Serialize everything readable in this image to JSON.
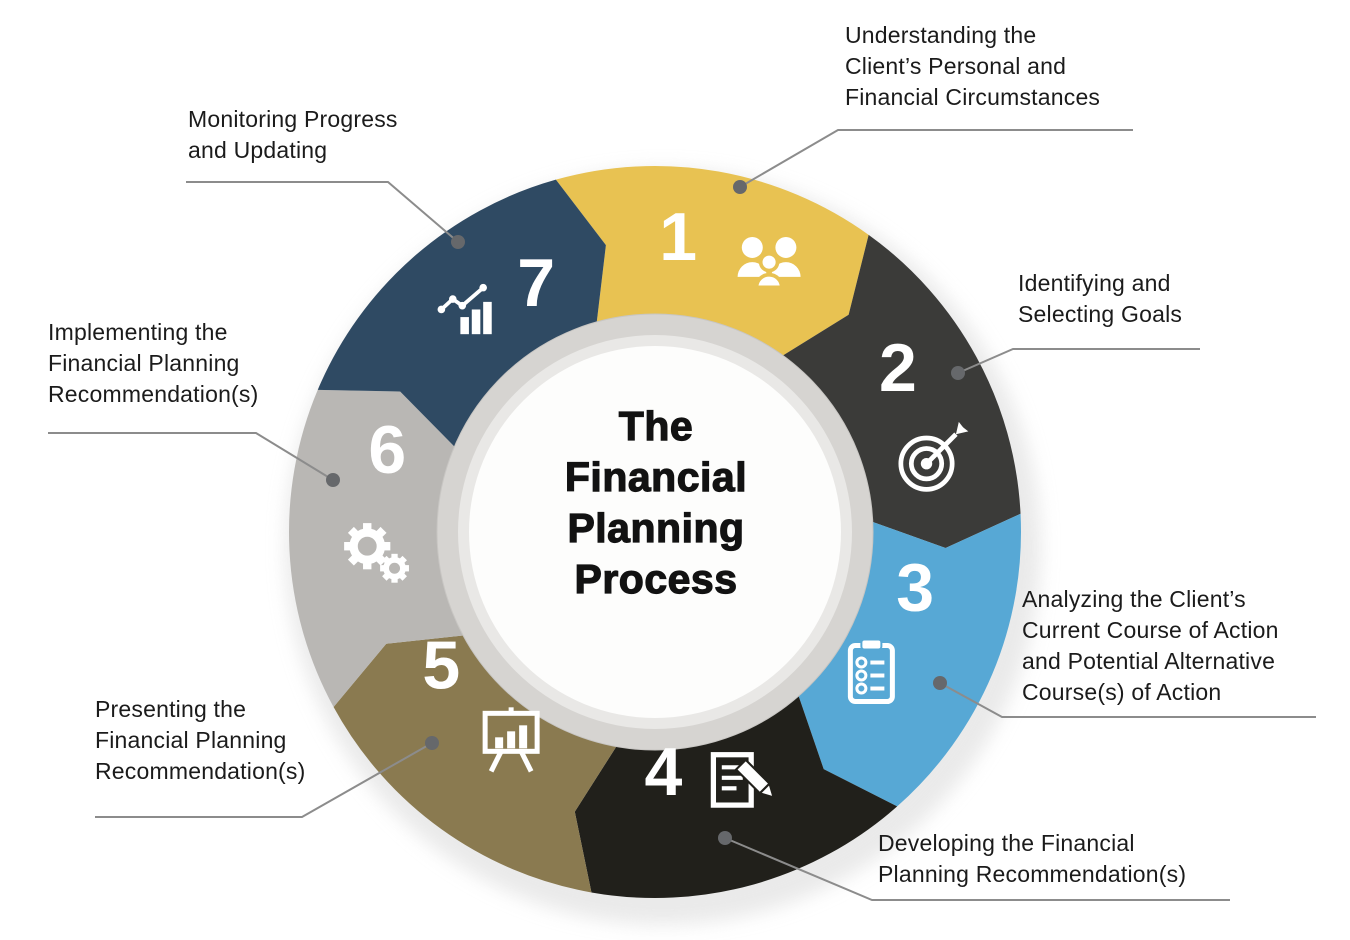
{
  "title": {
    "lines": [
      "The",
      "Financial",
      "Planning",
      "Process"
    ]
  },
  "segments": [
    {
      "number": "1",
      "label": "Understanding the\nClient’s Personal and\nFinancial Circumstances",
      "color": "#E8C252",
      "icon": "family-icon"
    },
    {
      "number": "2",
      "label": "Identifying and\nSelecting Goals",
      "color": "#3B3B39",
      "icon": "target-icon"
    },
    {
      "number": "3",
      "label": "Analyzing the Client’s\nCurrent Course of Action\nand Potential Alternative\nCourse(s) of Action",
      "color": "#57A8D5",
      "icon": "clipboard-checklist-icon"
    },
    {
      "number": "4",
      "label": "Developing the Financial\nPlanning Recommendation(s)",
      "color": "#21201B",
      "icon": "document-pencil-icon"
    },
    {
      "number": "5",
      "label": "Presenting the\nFinancial Planning\nRecommendation(s)",
      "color": "#8A7A50",
      "icon": "presentation-chart-icon"
    },
    {
      "number": "6",
      "label": "Implementing the\nFinancial Planning\nRecommendation(s)",
      "color": "#B9B7B4",
      "icon": "gears-icon"
    },
    {
      "number": "7",
      "label": "Monitoring Progress\nand Updating",
      "color": "#2F4A63",
      "icon": "chart-growth-icon"
    }
  ],
  "colors": {
    "ring_outer": "#D6D4D1",
    "ring_mid": "#E9E8E6",
    "center_fill": "#FDFDFC",
    "leader_line": "#8C8C8C",
    "leader_dot": "#66686B",
    "shadow": "#D9D9D9",
    "label_text": "#1B1B1B"
  }
}
